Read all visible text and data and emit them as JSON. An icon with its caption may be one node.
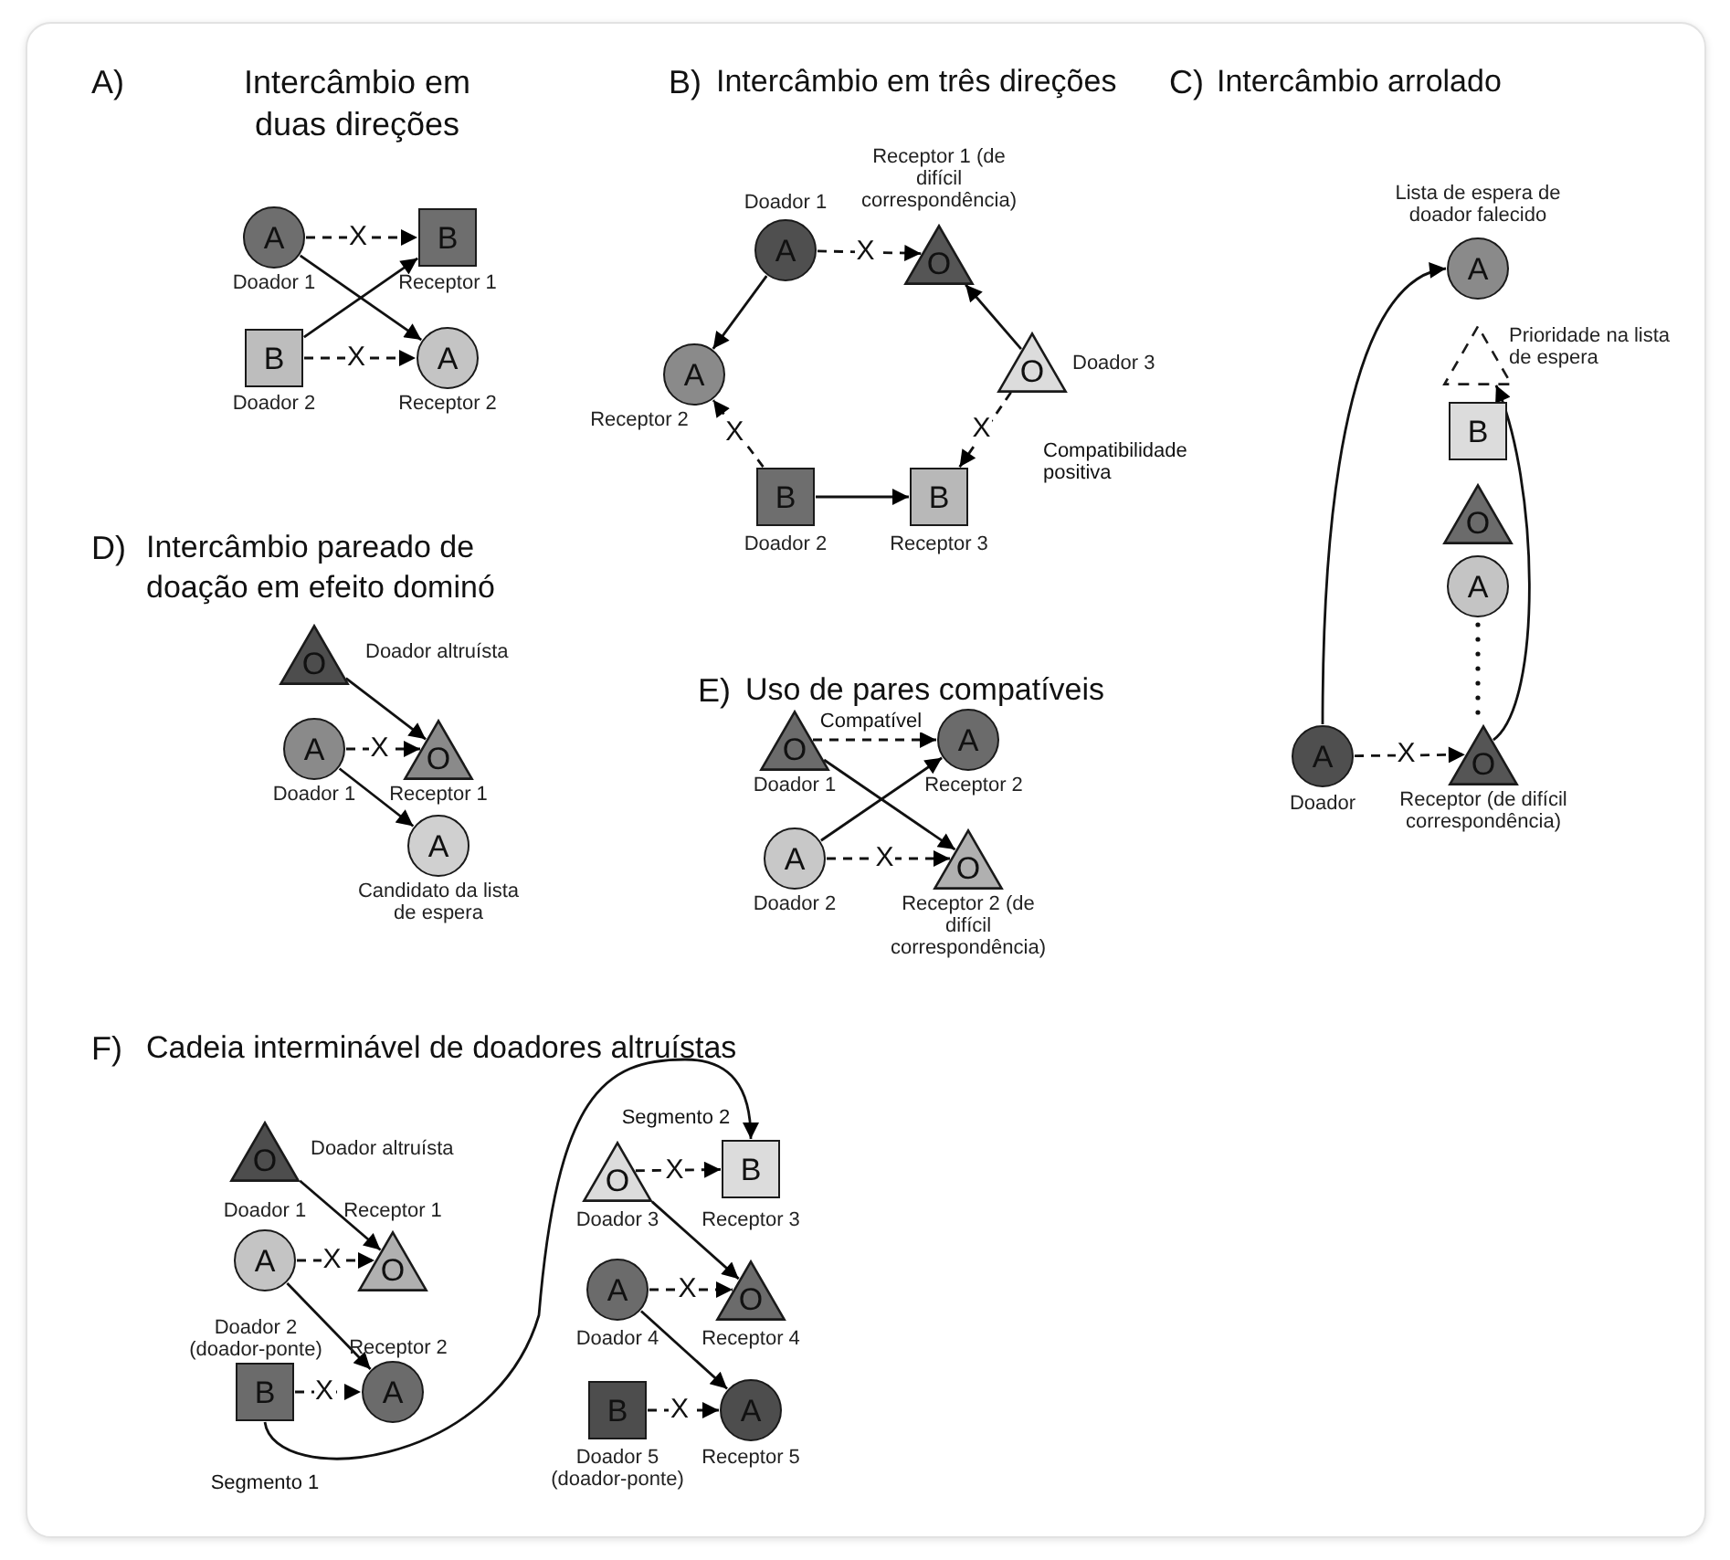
{
  "diagram": {
    "nodes": [
      {
        "text": [
          "A"
        ],
        "beside": [
          "Doador 1"
        ]
      },
      {
        "text": [
          "B"
        ],
        "beside": [
          "Receptor 1"
        ]
      },
      {
        "text": [
          "B"
        ],
        "beside": [
          "Doador 2"
        ]
      },
      {
        "text": [
          "A"
        ],
        "beside": [
          "Receptor 2"
        ]
      },
      {
        "text": [
          "A"
        ],
        "beside": [
          "Doador 1"
        ]
      },
      {
        "text": [
          "O"
        ],
        "beside": [
          "Receptor 1 (de difícil correspondência)"
        ]
      },
      {
        "text": [
          "A"
        ],
        "beside": [
          "Receptor 2"
        ]
      },
      {
        "text": [
          "O"
        ],
        "beside": [
          "Doador 3"
        ]
      },
      {
        "text": [
          "B"
        ],
        "beside": [
          "Doador 2"
        ]
      },
      {
        "text": [
          "B"
        ],
        "beside": [
          "Receptor 3"
        ]
      },
      {
        "text": [
          "A"
        ],
        "beside": [
          "Lista de espera de doador falecido"
        ]
      },
      {
        "text": [],
        "shape": "triangle",
        "beside": [
          "Prioridade na lista de espera"
        ]
      },
      {
        "text": [
          "B"
        ]
      },
      {
        "text": [
          "O"
        ]
      },
      {
        "text": [
          "A"
        ]
      },
      {
        "text": [
          "A"
        ],
        "beside": [
          "Doador"
        ]
      },
      {
        "text": [
          "O"
        ],
        "beside": [
          "Receptor (de difícil correspondência)"
        ]
      },
      {
        "text": [
          "O"
        ],
        "beside": [
          "Doador altruísta"
        ]
      },
      {
        "text": [
          "A"
        ],
        "beside": [
          "Doador 1"
        ]
      },
      {
        "text": [
          "O"
        ],
        "beside": [
          "Receptor 1"
        ]
      },
      {
        "text": [
          "A"
        ],
        "beside": [
          "Candidato da lista de espera"
        ]
      },
      {
        "text": [
          "O"
        ],
        "beside": [
          "Doador 1"
        ]
      },
      {
        "text": [
          "A"
        ],
        "beside": [
          "Receptor 2"
        ]
      },
      {
        "text": [
          "A"
        ],
        "beside": [
          "Doador 2"
        ]
      },
      {
        "text": [
          "O"
        ],
        "beside": [
          "Receptor 2 (de difícil correspondência)"
        ]
      },
      {
        "text": [
          "O"
        ],
        "beside": [
          "Doador altruísta"
        ]
      },
      {
        "text": [
          "A"
        ],
        "beside": [
          "Doador 1"
        ]
      },
      {
        "text": [
          "O"
        ],
        "beside": [
          "Receptor 1"
        ]
      },
      {
        "text": [
          "B"
        ],
        "beside": [
          "Doador 2 (doador-ponte)"
        ]
      },
      {
        "text": [
          "A"
        ],
        "beside": [
          "Receptor 2"
        ]
      },
      {
        "text": [
          "O"
        ],
        "beside": [
          "Doador 3"
        ]
      },
      {
        "text": [
          "B"
        ],
        "beside": [
          "Receptor 3"
        ]
      },
      {
        "text": [
          "A"
        ],
        "beside": [
          "Doador 4"
        ]
      },
      {
        "text": [
          "O"
        ],
        "beside": [
          "Receptor 4"
        ]
      },
      {
        "text": [
          "B"
        ],
        "beside": [
          "Doador 5 (doador-ponte)"
        ]
      },
      {
        "text": [
          "A"
        ],
        "beside": [
          "Receptor 5"
        ]
      }
    ],
    "edges": [
      {
        "from": 0,
        "to": 1,
        "arrow": "to",
        "style": "dashed",
        "label": "X"
      },
      {
        "from": 0,
        "to": 3,
        "arrow": "to"
      },
      {
        "from": 2,
        "to": 1,
        "arrow": "to"
      },
      {
        "from": 2,
        "to": 3,
        "arrow": "to",
        "style": "dashed",
        "label": "X"
      },
      {
        "from": 4,
        "to": 5,
        "arrow": "to",
        "style": "dashed",
        "label": "X"
      },
      {
        "from": 4,
        "to": 6,
        "arrow": "to"
      },
      {
        "from": 7,
        "to": 5,
        "arrow": "to"
      },
      {
        "from": 8,
        "to": 6,
        "arrow": "to",
        "style": "dashed",
        "label": "X"
      },
      {
        "from": 8,
        "to": 9,
        "arrow": "to"
      },
      {
        "from": 7,
        "to": 9,
        "arrow": "to",
        "style": "dashed",
        "label": "X"
      },
      {
        "from": 15,
        "to": 16,
        "arrow": "to",
        "style": "dashed",
        "label": "X"
      },
      {
        "from": 15,
        "to": 10,
        "arrow": "to"
      },
      {
        "from": 16,
        "to": 11,
        "arrow": "to"
      },
      {
        "from": 17,
        "to": 19,
        "arrow": "to"
      },
      {
        "from": 18,
        "to": 19,
        "arrow": "to",
        "style": "dashed",
        "label": "X"
      },
      {
        "from": 18,
        "to": 20,
        "arrow": "to"
      },
      {
        "from": 21,
        "to": 22,
        "arrow": "to",
        "style": "dashed",
        "label": "Compatível"
      },
      {
        "from": 21,
        "to": 24,
        "arrow": "to"
      },
      {
        "from": 23,
        "to": 22,
        "arrow": "to"
      },
      {
        "from": 23,
        "to": 24,
        "arrow": "to",
        "style": "dashed",
        "label": "X"
      },
      {
        "from": 25,
        "to": 27,
        "arrow": "to"
      },
      {
        "from": 26,
        "to": 27,
        "arrow": "to",
        "style": "dashed",
        "label": "X"
      },
      {
        "from": 26,
        "to": 29,
        "arrow": "to"
      },
      {
        "from": 28,
        "to": 29,
        "arrow": "to",
        "style": "dashed",
        "label": "X"
      },
      {
        "from": 28,
        "to": 31,
        "arrow": "to"
      },
      {
        "from": 30,
        "to": 31,
        "arrow": "to",
        "style": "dashed",
        "label": "X"
      },
      {
        "from": 30,
        "to": 33,
        "arrow": "to"
      },
      {
        "from": 32,
        "to": 33,
        "arrow": "to",
        "style": "dashed",
        "label": "X"
      },
      {
        "from": 32,
        "to": 35,
        "arrow": "to"
      },
      {
        "from": 34,
        "to": 35,
        "arrow": "to",
        "style": "dashed",
        "label": "X"
      }
    ],
    "labels": [
      "A)",
      "Intercâmbio em duas direções",
      "B)",
      "Intercâmbio em três direções",
      "C)",
      "Intercâmbio arrolado",
      "Compatibilidade positiva",
      "D)",
      "Intercâmbio pareado de doação em efeito dominó",
      "E)",
      "Uso de pares compatíveis",
      "F)",
      "Cadeia interminável de doadores altruístas",
      "Segmento 2",
      "Segmento 1"
    ]
  }
}
